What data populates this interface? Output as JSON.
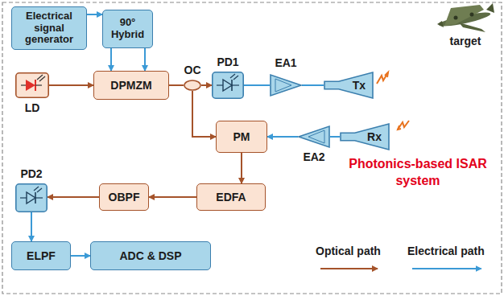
{
  "diagram": {
    "nodes": [
      {
        "text": [
          "Electrical signal generator"
        ]
      },
      {
        "text": [
          "90° Hybrid"
        ]
      },
      {
        "text": [
          "LD"
        ]
      },
      {
        "text": [
          "DPMZM"
        ]
      },
      {
        "text": [
          "OC"
        ]
      },
      {
        "text": [
          "PD1"
        ]
      },
      {
        "text": [
          "EA1"
        ]
      },
      {
        "text": [
          "Tx"
        ]
      },
      {
        "text": [
          "PM"
        ]
      },
      {
        "text": [
          "EA2"
        ]
      },
      {
        "text": [
          "Rx"
        ]
      },
      {
        "text": [
          "EDFA"
        ]
      },
      {
        "text": [
          "OBPF"
        ]
      },
      {
        "text": [
          "PD2"
        ]
      },
      {
        "text": [
          "ELPF"
        ]
      },
      {
        "text": [
          "ADC & DSP"
        ]
      }
    ],
    "edges": [
      {
        "from": 0,
        "to": 1,
        "arrow": "to"
      },
      {
        "from": 1,
        "to": 3,
        "arrow": "to"
      },
      {
        "from": 1,
        "to": 3,
        "arrow": "to"
      },
      {
        "from": 2,
        "to": 3,
        "arrow": "to"
      },
      {
        "from": 3,
        "to": 4,
        "arrow": "none"
      },
      {
        "from": 4,
        "to": 5,
        "arrow": "to"
      },
      {
        "from": 4,
        "to": 8,
        "arrow": "to"
      },
      {
        "from": 5,
        "to": 6,
        "arrow": "none"
      },
      {
        "from": 6,
        "to": 7,
        "arrow": "none"
      },
      {
        "from": 10,
        "to": 9,
        "arrow": "none"
      },
      {
        "from": 9,
        "to": 8,
        "arrow": "to"
      },
      {
        "from": 8,
        "to": 11,
        "arrow": "to"
      },
      {
        "from": 11,
        "to": 12,
        "arrow": "to"
      },
      {
        "from": 12,
        "to": 13,
        "arrow": "to"
      },
      {
        "from": 13,
        "to": 14,
        "arrow": "to"
      },
      {
        "from": 14,
        "to": 15,
        "arrow": "to"
      }
    ],
    "labels": [
      "target",
      "Photonics-based ISAR system"
    ],
    "legend": [
      {
        "text": "Optical path"
      },
      {
        "text": "Electrical path"
      }
    ]
  }
}
